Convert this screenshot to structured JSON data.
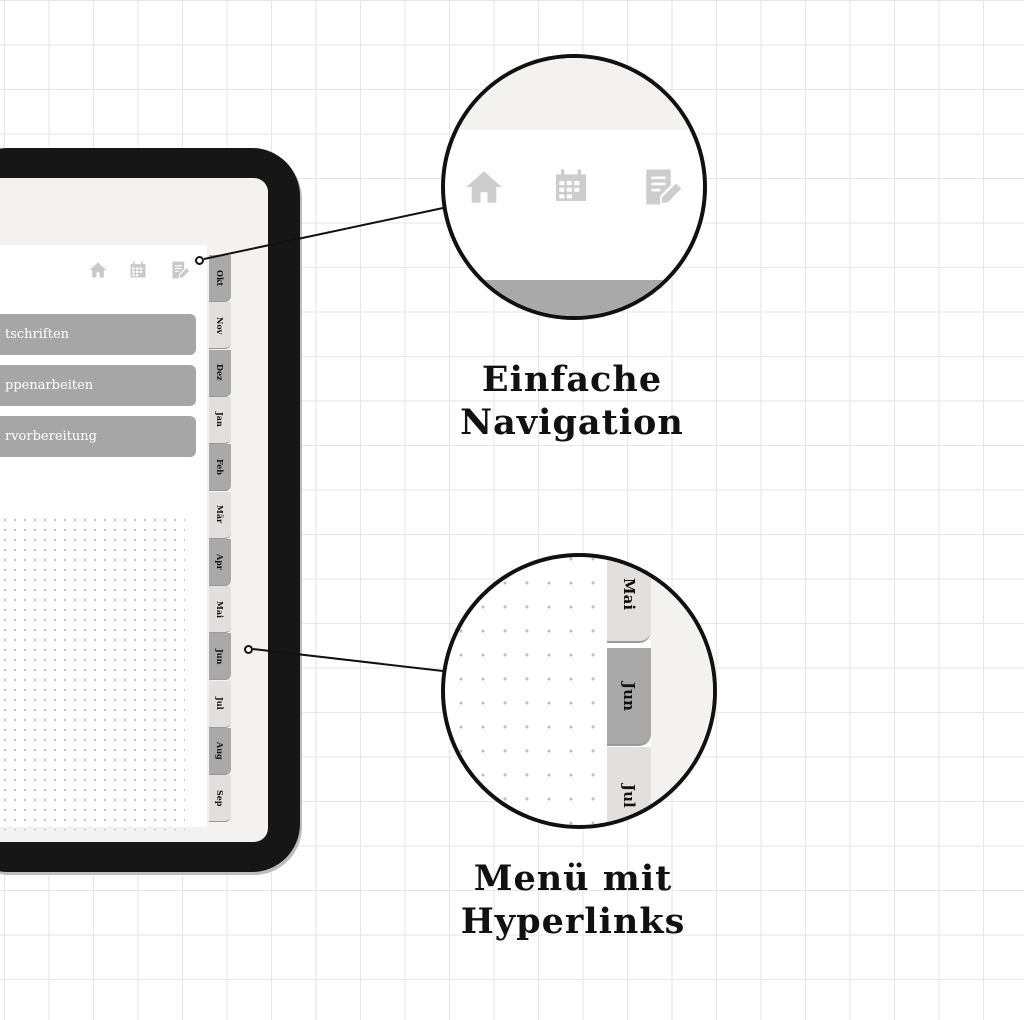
{
  "nav_icons": [
    "home-icon",
    "calendar-icon",
    "notes-edit-icon"
  ],
  "menu_buttons": [
    "tschriften",
    "ppenarbeiten",
    "rvorbereitung"
  ],
  "month_tabs": [
    {
      "label": "Okt",
      "shade": "dark"
    },
    {
      "label": "Nov",
      "shade": "light"
    },
    {
      "label": "Dez",
      "shade": "dark"
    },
    {
      "label": "Jan",
      "shade": "light"
    },
    {
      "label": "Feb",
      "shade": "dark"
    },
    {
      "label": "Mär",
      "shade": "light"
    },
    {
      "label": "Apr",
      "shade": "dark"
    },
    {
      "label": "Mai",
      "shade": "light"
    },
    {
      "label": "Jun",
      "shade": "dark"
    },
    {
      "label": "Jul",
      "shade": "light"
    },
    {
      "label": "Aug",
      "shade": "dark"
    },
    {
      "label": "Sep",
      "shade": "light"
    }
  ],
  "zoom_tabs": [
    {
      "label": "Mai",
      "shade": "light"
    },
    {
      "label": "Jun",
      "shade": "dark"
    },
    {
      "label": "Jul",
      "shade": "light"
    }
  ],
  "feature1": {
    "line1": "Einfache",
    "line2": "Navigation"
  },
  "feature2": {
    "line1": "Menü mit",
    "line2": "Hyperlinks"
  },
  "colors": {
    "tab_dark": "#a9a9a9",
    "tab_light": "#e3dfde",
    "button": "#a6a6a6",
    "frame": "#161616"
  }
}
